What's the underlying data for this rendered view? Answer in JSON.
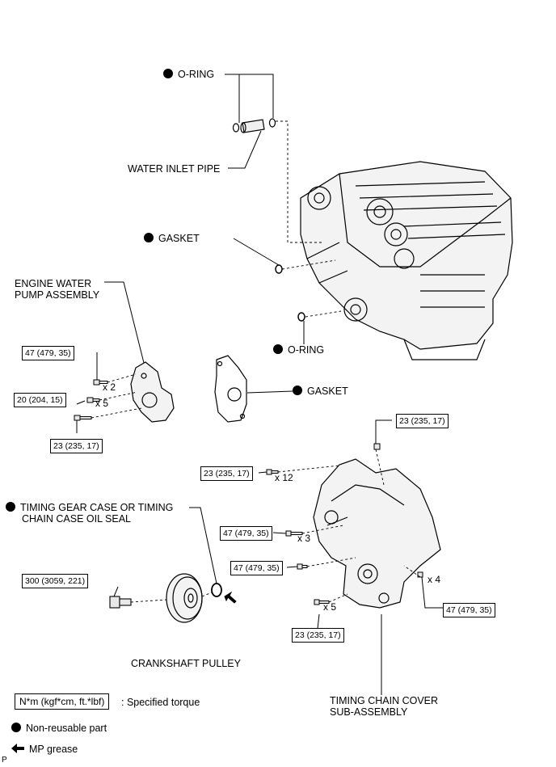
{
  "parts": {
    "oring_top": "O-RING",
    "water_inlet_pipe": "WATER INLET PIPE",
    "gasket_top": "GASKET",
    "engine_water_pump_l1": "ENGINE WATER",
    "engine_water_pump_l2": "PUMP ASSEMBLY",
    "oring_mid": "O-RING",
    "gasket_mid": "GASKET",
    "oil_seal_l1": "TIMING GEAR CASE OR TIMING",
    "oil_seal_l2": "CHAIN CASE OIL SEAL",
    "crankshaft_pulley": "CRANKSHAFT PULLEY",
    "timing_cover_l1": "TIMING CHAIN COVER",
    "timing_cover_l2": "SUB-ASSEMBLY"
  },
  "torques": {
    "pump_a": "47 (479, 35)",
    "pump_b": "20 (204, 15)",
    "pump_c": "23 (235, 17)",
    "cover_top": "23 (235, 17)",
    "cover_12": "23 (235, 17)",
    "cover_3": "47 (479, 35)",
    "cover_1": "47 (479, 35)",
    "cover_4": "47 (479, 35)",
    "cover_5": "23 (235, 17)",
    "pulley": "300 (3059, 221)"
  },
  "quantities": {
    "q_pump_a": "x 2",
    "q_pump_b": "x 5",
    "q_cover_12": "x 12",
    "q_cover_3": "x 3",
    "q_cover_4": "x 4",
    "q_cover_5": "x 5"
  },
  "legend": {
    "unit_box": "N*m (kgf*cm, ft.*lbf)",
    "specified_torque": ": Specified torque",
    "non_reusable": "Non-reusable part",
    "mp_grease": "MP grease"
  },
  "corner_letter": "P",
  "icons": [
    "non-reusable-dot-icon",
    "mp-grease-arrow-icon"
  ]
}
